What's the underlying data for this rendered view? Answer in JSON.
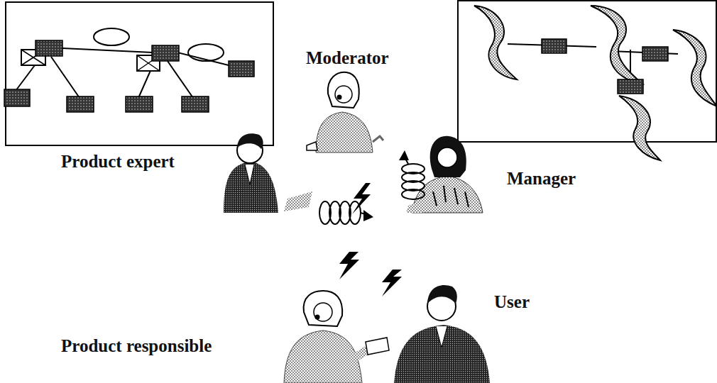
{
  "diagram": {
    "labels": [
      "Moderator",
      "Product expert",
      "Manager",
      "Product responsible",
      "User"
    ]
  }
}
